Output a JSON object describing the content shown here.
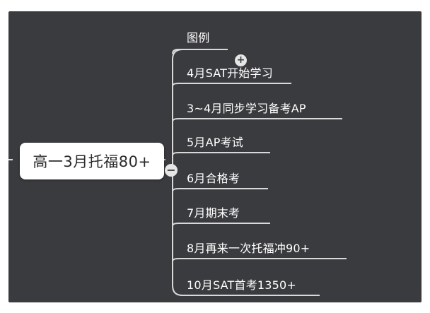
{
  "mindmap": {
    "root": {
      "label": "高一3月托福80+",
      "collapse_glyph": "−"
    },
    "branches": [
      {
        "label": "图例",
        "expand_glyph": "+"
      },
      {
        "label": "4月SAT开始学习"
      },
      {
        "label": "3~4月同步学习备考AP"
      },
      {
        "label": "5月AP考试"
      },
      {
        "label": "6月合格考"
      },
      {
        "label": "7月期末考"
      },
      {
        "label": "8月再来一次托福冲90+"
      },
      {
        "label": "10月SAT首考1350+"
      }
    ]
  },
  "colors": {
    "canvas": "#3a3b3e",
    "connector": "#d9d9d9",
    "root_fill": "#ffffff",
    "branch_text": "#ffffff"
  }
}
